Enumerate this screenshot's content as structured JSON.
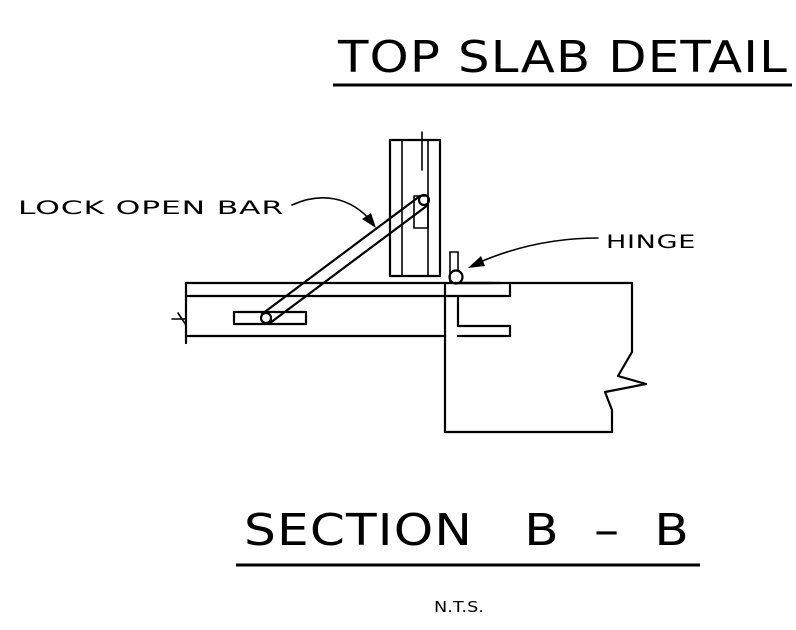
{
  "drawing": {
    "title": "TOP SLAB DETAIL",
    "section_title": "SECTION   B  –  B",
    "scale_note": "N.T.S.",
    "callouts": {
      "lock_open_bar": "LOCK OPEN BAR",
      "hinge": "HINGE"
    }
  }
}
